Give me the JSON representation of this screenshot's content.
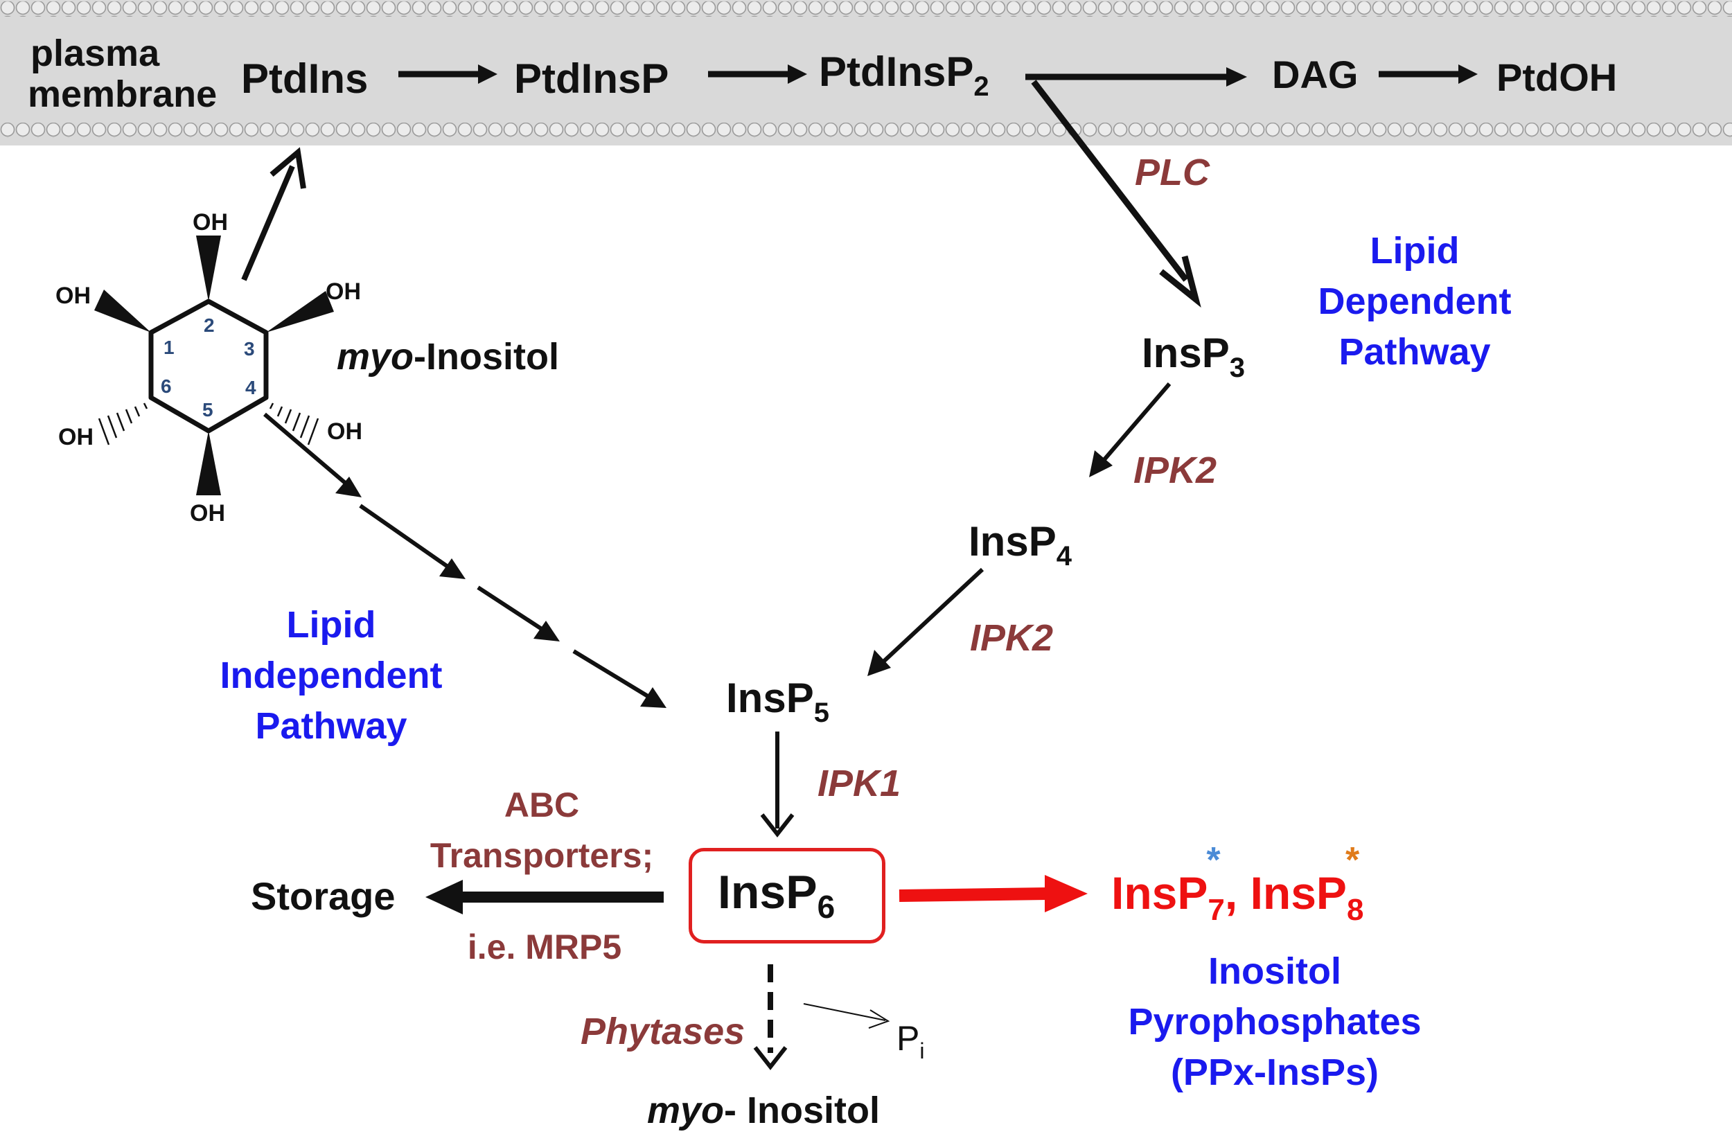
{
  "membrane": {
    "label_line1": "plasma",
    "label_line2": "membrane",
    "color": "#d9d9d9"
  },
  "nodes": {
    "ptdins": "PtdIns",
    "ptdinsp": "PtdInsP",
    "ptdinsp2": "PtdInsP",
    "ptdinsp2_sub": "2",
    "dag": "DAG",
    "ptdoh": "PtdOH",
    "insp3": "InsP",
    "insp3_sub": "3",
    "insp4": "InsP",
    "insp4_sub": "4",
    "insp5": "InsP",
    "insp5_sub": "5",
    "insp6": "InsP",
    "insp6_sub": "6",
    "storage": "Storage",
    "myo_inositol_top_italic": "myo",
    "myo_inositol_top_rest": "-Inositol",
    "myo_inositol_bottom_italic": "myo",
    "myo_inositol_bottom_rest": "- Inositol",
    "pi": "P",
    "pi_sub": "i"
  },
  "pyrophosphates": {
    "insp7": "InsP",
    "insp7_sub": "7",
    "separator": ",",
    "insp8": "InsP",
    "insp8_sub": "8",
    "star": "*",
    "color": "#ee1111",
    "star1_color": "#4b8bd6",
    "star2_color": "#e07b1a"
  },
  "enzymes": {
    "plc": "PLC",
    "ipk2_a": "IPK2",
    "ipk2_b": "IPK2",
    "ipk1": "IPK1",
    "phytases": "Phytases",
    "abc_line1": "ABC",
    "abc_line2": "Transporters;",
    "abc_line3": "i.e. MRP5",
    "color": "#8B3A3A"
  },
  "pathways": {
    "lipid_dependent": [
      "Lipid",
      "Dependent",
      "Pathway"
    ],
    "lipid_independent": [
      "Lipid",
      "Independent",
      "Pathway"
    ],
    "inositol_pyrophosphates": [
      "Inositol",
      "Pyrophosphates",
      "(PPx-InsPs)"
    ],
    "color": "#1a1aee"
  },
  "structure": {
    "oh_labels": [
      "OH",
      "OH",
      "OH",
      "OH",
      "OH",
      "OH"
    ],
    "carbon_numbers": [
      "1",
      "2",
      "3",
      "4",
      "5",
      "6"
    ]
  },
  "colors": {
    "arrow": "#111111",
    "highlight": "#ee1111",
    "box_border": "#e02020"
  }
}
